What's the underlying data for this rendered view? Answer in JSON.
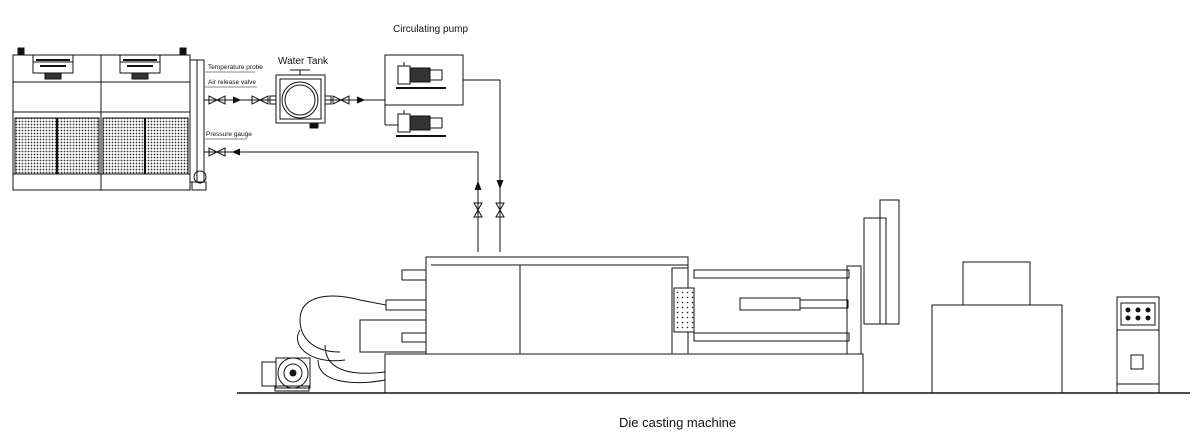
{
  "labels": {
    "temperature_probe": "Temperature probe",
    "air_release_valve": "Air release valve",
    "pressure_gauge": "Pressure gauge",
    "water_tank": "Water Tank",
    "circulating_pump": "Circulating pump",
    "die_casting_machine": "Die casting machine"
  },
  "colors": {
    "line": "#111111",
    "background": "#ffffff"
  }
}
